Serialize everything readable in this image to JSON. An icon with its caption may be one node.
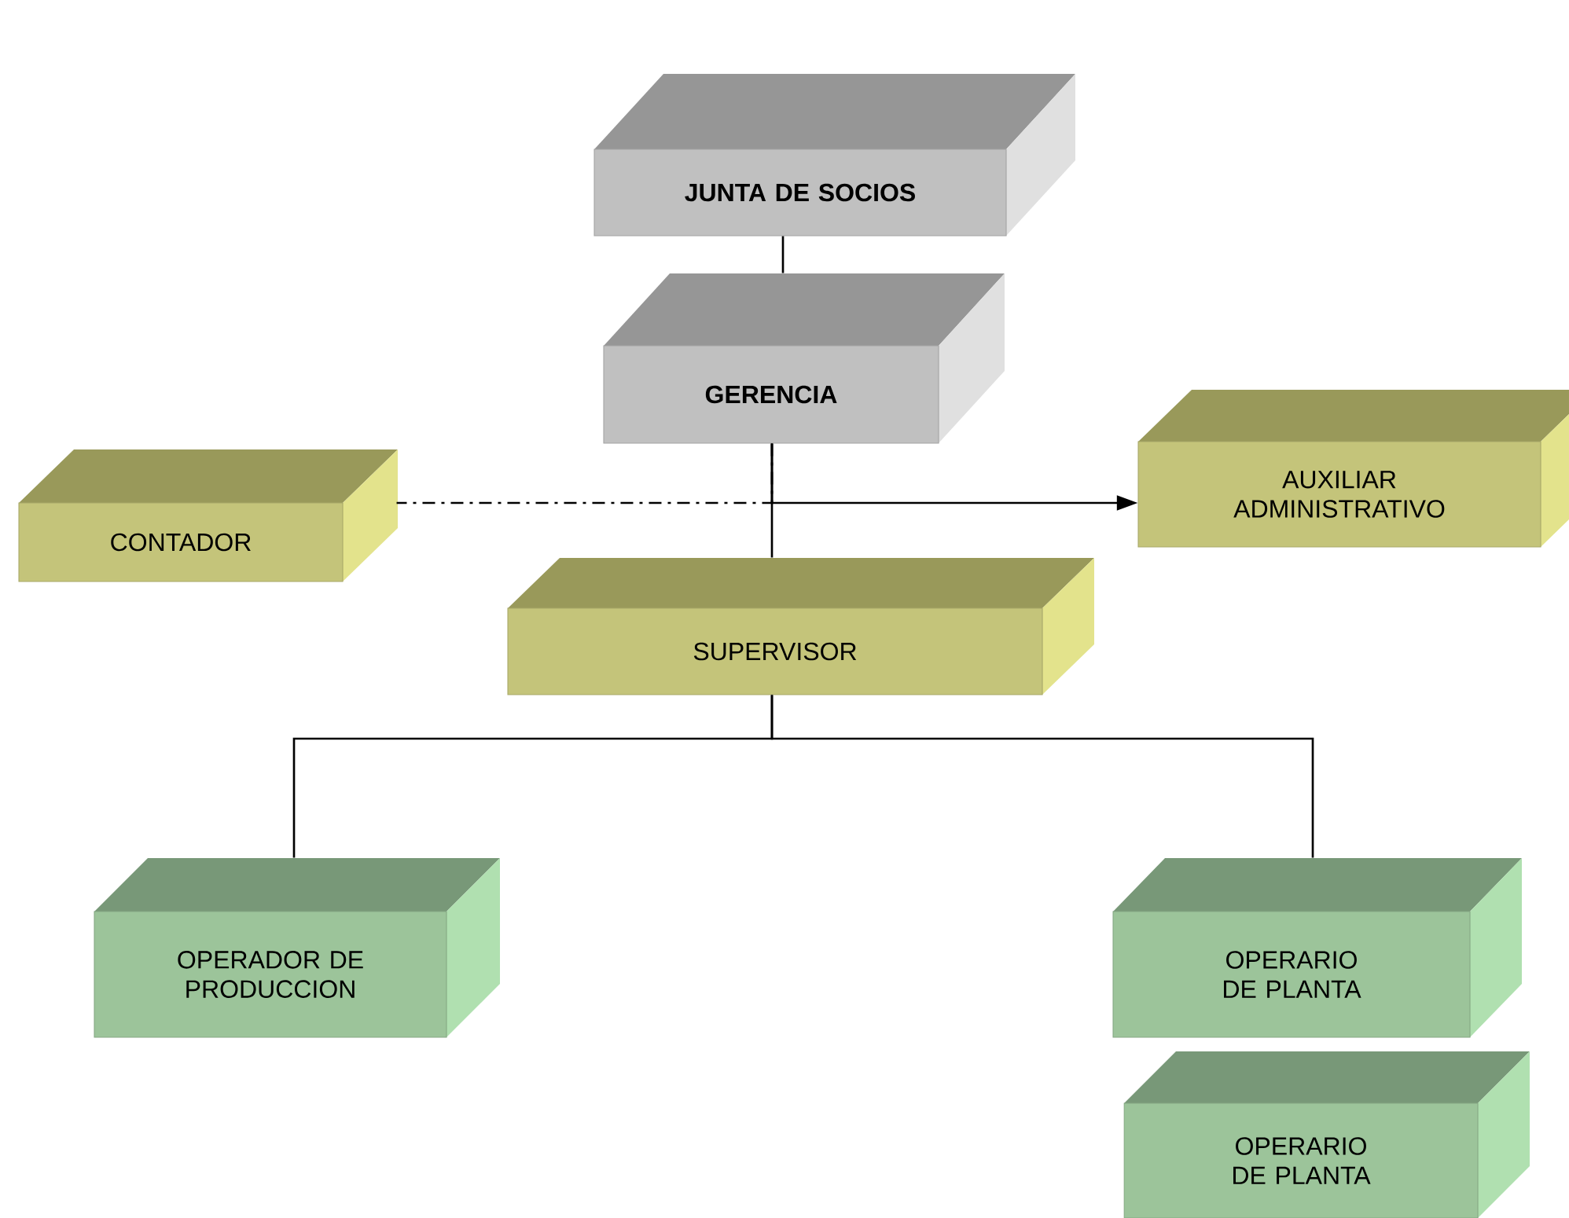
{
  "diagram": {
    "nodes": [
      {
        "text": [
          "JUNTA DE SOCIOS"
        ]
      },
      {
        "text": [
          "GERENCIA"
        ]
      },
      {
        "text": [
          "CONTADOR"
        ]
      },
      {
        "text": [
          "AUXILIAR ADMINISTRATIVO"
        ]
      },
      {
        "text": [
          "SUPERVISOR"
        ]
      },
      {
        "text": [
          "OPERADOR DE PRODUCCION"
        ]
      },
      {
        "text": [
          "OPERARIO DE PLANTA"
        ]
      },
      {
        "text": [
          "OPERARIO DE PLANTA"
        ]
      }
    ],
    "edges": [
      {
        "from": 0,
        "to": 1,
        "arrow": "none"
      },
      {
        "from": 1,
        "to": 2,
        "arrow": "none",
        "style": "dashed"
      },
      {
        "from": 1,
        "to": 3,
        "arrow": "to"
      },
      {
        "from": 1,
        "to": 4,
        "arrow": "none"
      },
      {
        "from": 4,
        "to": 5,
        "arrow": "none"
      },
      {
        "from": 4,
        "to": 6,
        "arrow": "none"
      }
    ]
  }
}
